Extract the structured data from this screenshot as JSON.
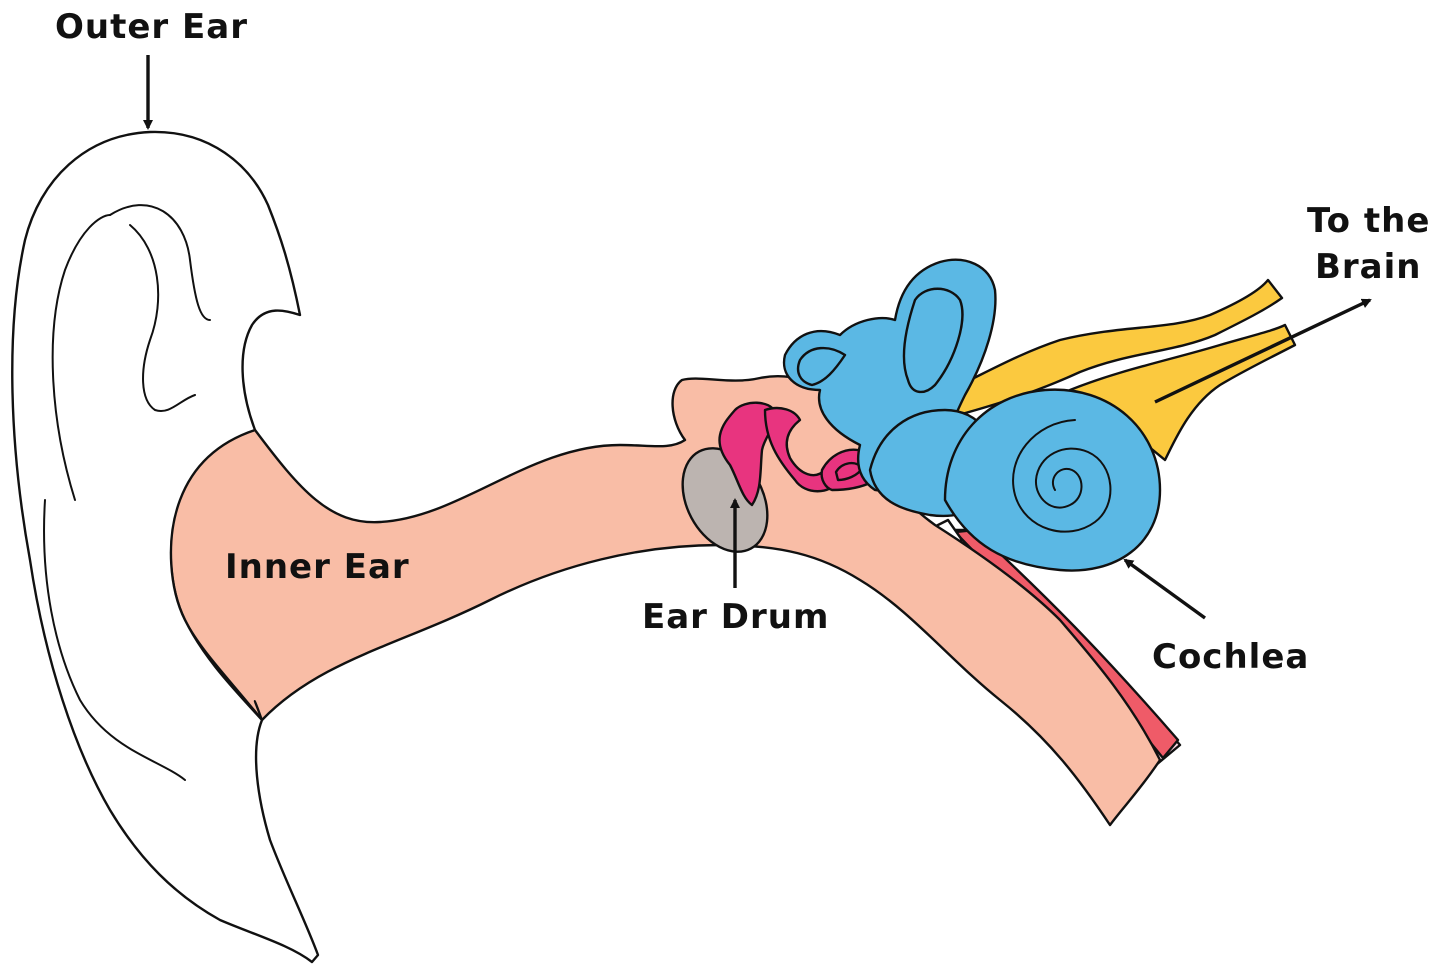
{
  "labels": {
    "outer_ear": "Outer Ear",
    "inner_ear": "Inner Ear",
    "ear_drum": "Ear Drum",
    "cochlea": "Cochlea",
    "to_the_brain_line1": "To the",
    "to_the_brain_line2": "Brain"
  },
  "colors": {
    "canal": "#f9bda6",
    "ear_drum": "#bcb4b0",
    "ossicles": "#e8347f",
    "inner_ear": "#5bb8e4",
    "nerve": "#fbc93f",
    "artery": "#ef5b68",
    "artery_sheath": "#f9d6e1",
    "outline": "#111111",
    "outer_ear": "#ffffff"
  }
}
